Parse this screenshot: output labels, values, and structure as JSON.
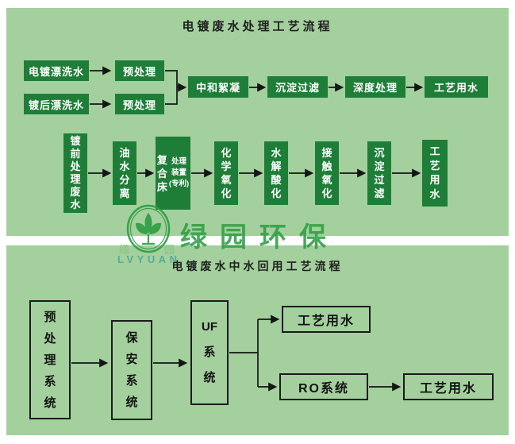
{
  "colors": {
    "panel_bg": "#a3d09d",
    "node_fill": "#1e7e38",
    "node_text": "#ffffff",
    "line_color": "#151515",
    "title_text": "#1f1f1f",
    "logo_green": "#2f9e44",
    "outline_border": "#1b1b1b",
    "outline_text": "#121212"
  },
  "top_panel": {
    "title": "电镀废水处理工艺流程",
    "inputs": [
      {
        "label": "电镀漂洗水"
      },
      {
        "label": "镀后漂洗水"
      }
    ],
    "pre_boxes": [
      "预处理",
      "预处理"
    ],
    "main_flow": [
      "中和絮凝",
      "沉淀过滤",
      "深度处理",
      "工艺用水"
    ],
    "second_flow": [
      {
        "lines": [
          "镀",
          "前",
          "处",
          "理",
          "废",
          "水"
        ]
      },
      {
        "lines": [
          "油",
          "水",
          "分",
          "离"
        ]
      },
      {
        "left_lines": [
          "复",
          "合",
          "床"
        ],
        "right_lines": [
          "处理",
          "装置",
          "(专利)"
        ]
      },
      {
        "lines": [
          "化",
          "学",
          "氧",
          "化"
        ]
      },
      {
        "lines": [
          "水",
          "解",
          "酸",
          "化"
        ]
      },
      {
        "lines": [
          "接",
          "触",
          "氧",
          "化"
        ]
      },
      {
        "lines": [
          "沉",
          "淀",
          "过",
          "滤"
        ]
      },
      {
        "lines": [
          "工",
          "艺",
          "用",
          "水"
        ]
      }
    ]
  },
  "watermark": {
    "brand": "绿园环保",
    "cn_small": "绿园",
    "latin": "LVYUAN"
  },
  "bottom_panel": {
    "title": "电镀废水中水回用工艺流程",
    "v_boxes": [
      {
        "lines": [
          "预",
          "处",
          "理",
          "系",
          "统"
        ]
      },
      {
        "lines": [
          "保",
          "安",
          "系",
          "统"
        ]
      },
      {
        "lines": [
          "UF",
          "系",
          "统"
        ]
      }
    ],
    "h_boxes": [
      "工艺用水",
      "RO系统",
      "工艺用水"
    ]
  }
}
